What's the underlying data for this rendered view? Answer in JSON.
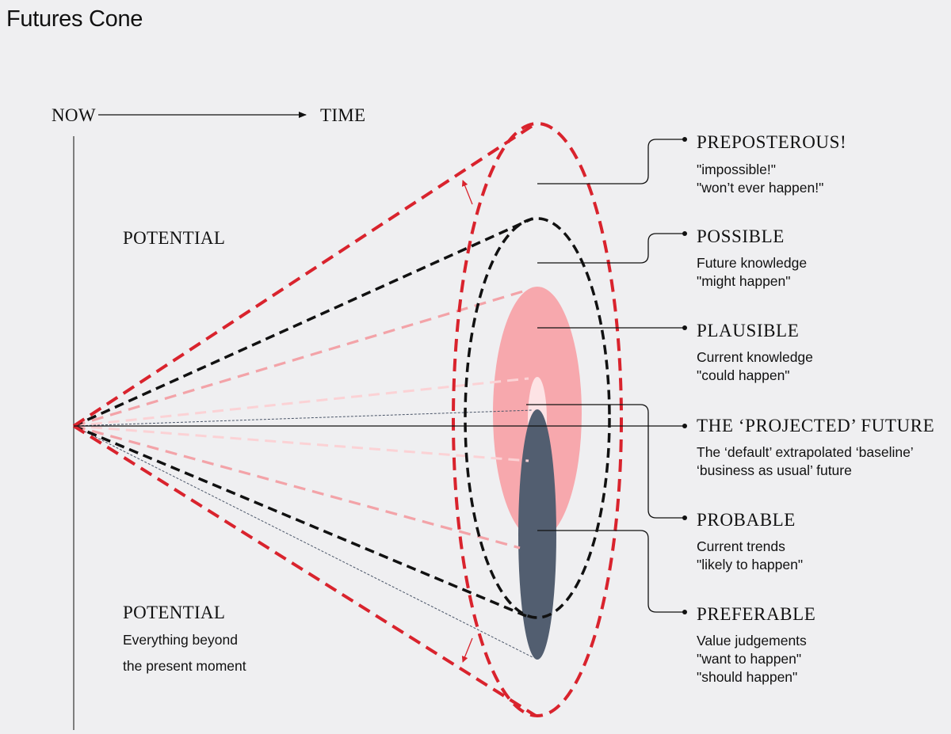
{
  "title": "Futures Cone",
  "axis": {
    "now_label": "NOW",
    "time_label": "TIME"
  },
  "potential_top": {
    "label": "POTENTIAL"
  },
  "potential_bottom": {
    "label": "POTENTIAL",
    "lines": [
      "Everything beyond",
      "the present moment"
    ]
  },
  "categories": [
    {
      "title": "PREPOSTEROUS!",
      "lines": [
        "\"impossible!\"",
        "\"won’t ever happen!\""
      ]
    },
    {
      "title": "POSSIBLE",
      "lines": [
        "Future knowledge",
        "\"might happen\""
      ]
    },
    {
      "title": "PLAUSIBLE",
      "lines": [
        "Current knowledge",
        "\"could happen\""
      ]
    },
    {
      "title": "THE ‘PROJECTED’ FUTURE",
      "lines": [
        "The ‘default’ extrapolated ‘baseline’",
        "‘business as usual’ future"
      ]
    },
    {
      "title": "PROBABLE",
      "lines": [
        "Current trends",
        "\"likely to happen\""
      ]
    },
    {
      "title": "PREFERABLE",
      "lines": [
        "Value judgements",
        "\"want to happen\"",
        "\"should happen\""
      ]
    }
  ],
  "colors": {
    "preposterous": "#d9232d",
    "possible": "#111111",
    "plausible": "#f7a8ad",
    "projected": "#fde3e5",
    "preferable": "#525e70",
    "background": "#efeff1"
  }
}
